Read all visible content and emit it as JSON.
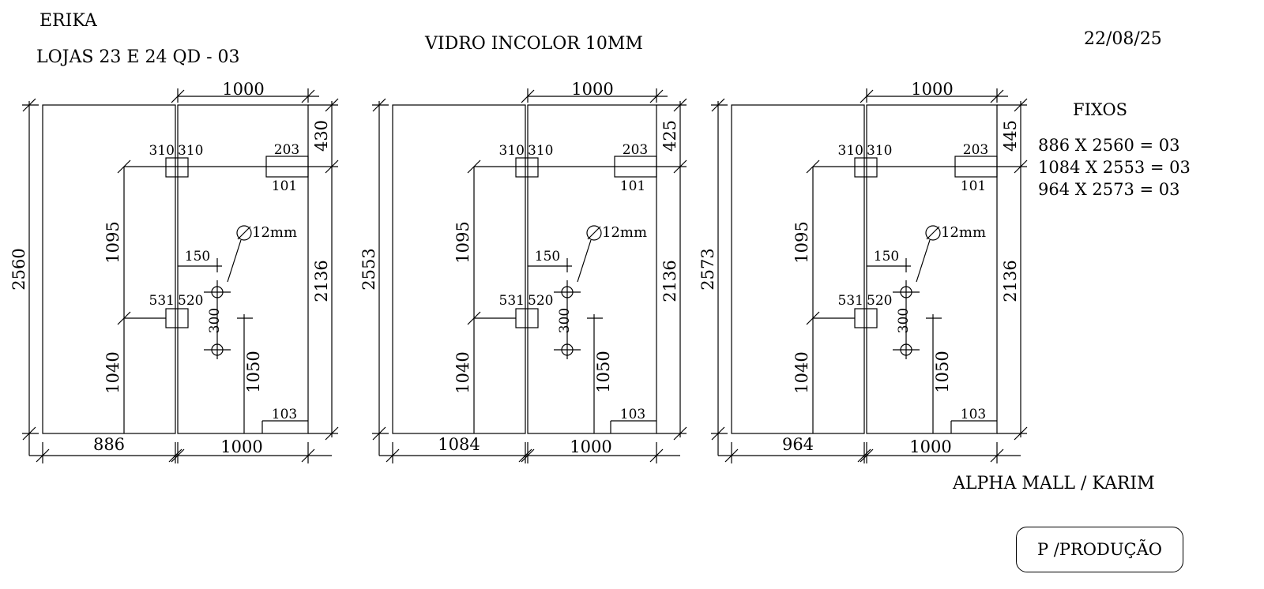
{
  "header": {
    "client": "ERIKA",
    "location": "LOJAS  23  E 24  QD - 03",
    "material": "VIDRO INCOLOR 10MM",
    "date": "22/08/25"
  },
  "panels": [
    {
      "total_height": "2560",
      "fixed_width": "886",
      "door_width_top": "1000",
      "door_width_bottom": "1000",
      "top_section": "430",
      "door_height": "2136",
      "fixed_upper": "1095",
      "fixed_lower": "1040",
      "handle_height": "1050",
      "fitting_top_left": "310",
      "fitting_top_right": "310",
      "fitting_mid_left": "531",
      "fitting_mid_right": "520",
      "pivot_top": "203",
      "pivot_top_sub": "101",
      "pivot_bottom": "103",
      "hole_offset": "150",
      "hole_spacing": "300",
      "hole_diameter": "12mm"
    },
    {
      "total_height": "2553",
      "fixed_width": "1084",
      "door_width_top": "1000",
      "door_width_bottom": "1000",
      "top_section": "425",
      "door_height": "2136",
      "fixed_upper": "1095",
      "fixed_lower": "1040",
      "handle_height": "1050",
      "fitting_top_left": "310",
      "fitting_top_right": "310",
      "fitting_mid_left": "531",
      "fitting_mid_right": "520",
      "pivot_top": "203",
      "pivot_top_sub": "101",
      "pivot_bottom": "103",
      "hole_offset": "150",
      "hole_spacing": "300",
      "hole_diameter": "12mm"
    },
    {
      "total_height": "2573",
      "fixed_width": "964",
      "door_width_top": "1000",
      "door_width_bottom": "1000",
      "top_section": "445",
      "door_height": "2136",
      "fixed_upper": "1095",
      "fixed_lower": "1040",
      "handle_height": "1050",
      "fitting_top_left": "310",
      "fitting_top_right": "310",
      "fitting_mid_left": "531",
      "fitting_mid_right": "520",
      "pivot_top": "203",
      "pivot_top_sub": "101",
      "pivot_bottom": "103",
      "hole_offset": "150",
      "hole_spacing": "300",
      "hole_diameter": "12mm"
    }
  ],
  "fixos": {
    "title": "FIXOS",
    "items": [
      "886 X 2560 = 03",
      "1084 X 2553 = 03",
      "964 X 2573 = 03"
    ]
  },
  "footer": {
    "project": "ALPHA MALL / KARIM",
    "status": "P /PRODUÇÃO"
  }
}
